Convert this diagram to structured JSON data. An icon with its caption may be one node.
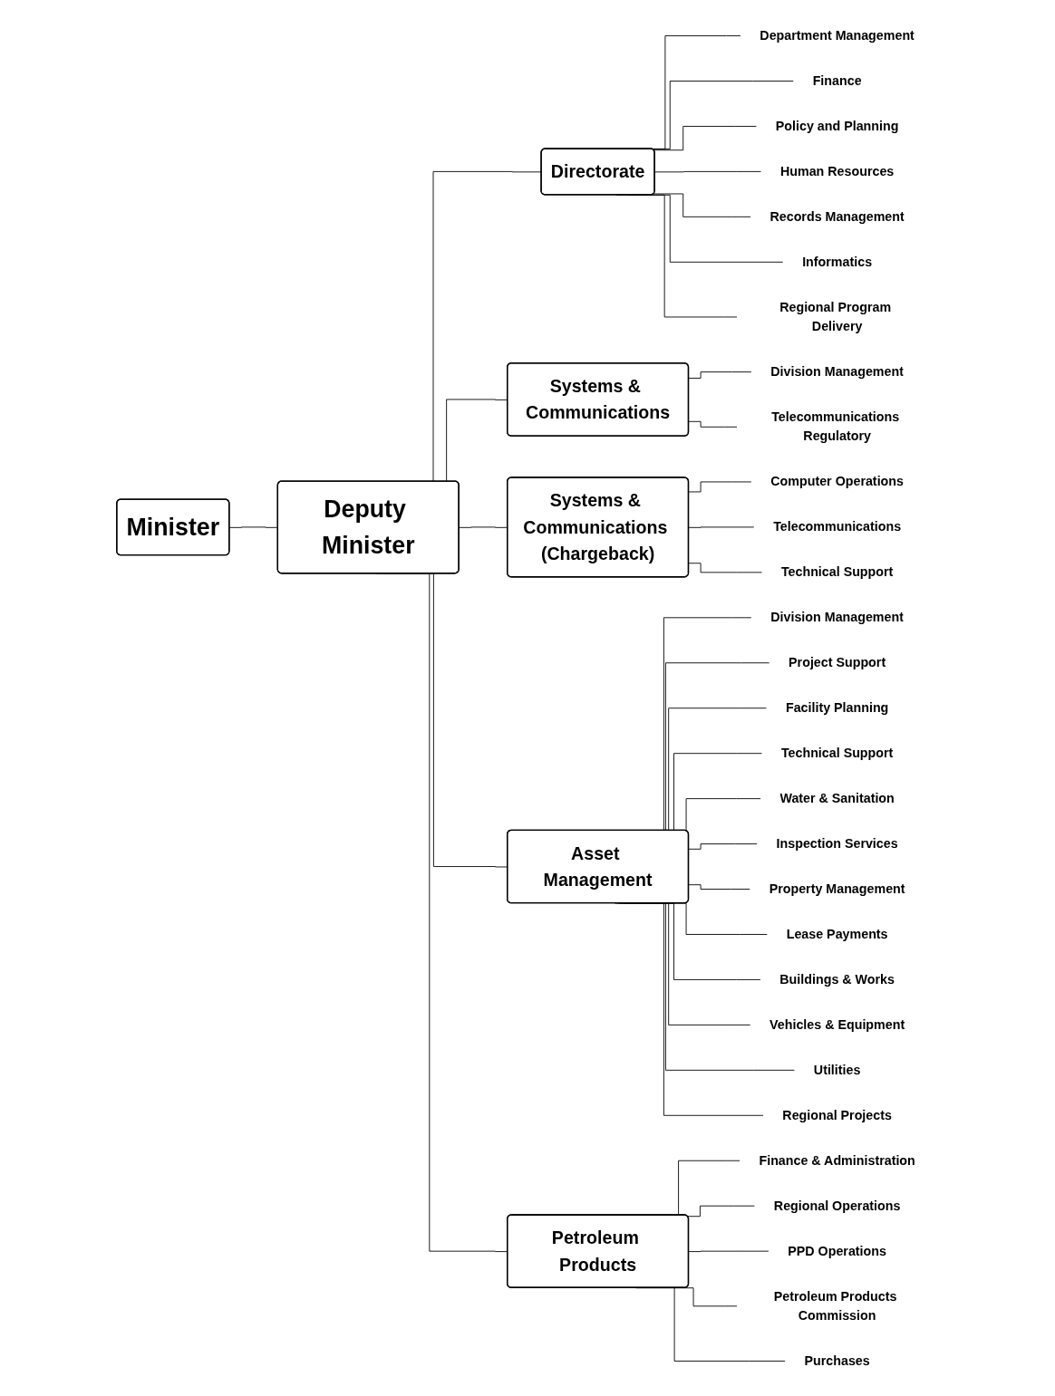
{
  "diagram": {
    "nodes": [
      {
        "text": [
          "Minister"
        ]
      },
      {
        "text": [
          "Deputy Minister"
        ]
      },
      {
        "text": [
          "Directorate"
        ]
      },
      {
        "text": [
          "Systems & Communications"
        ]
      },
      {
        "text": [
          "Department Management"
        ]
      },
      {
        "text": [
          "Finance"
        ]
      },
      {
        "text": [
          "Policy and Planning"
        ]
      },
      {
        "text": [
          "Human Resources"
        ]
      },
      {
        "text": [
          "Records Management"
        ]
      },
      {
        "text": [
          "Informatics"
        ]
      },
      {
        "text": [
          "Regional Program Delivery"
        ]
      },
      {
        "text": [
          "Division Management"
        ]
      },
      {
        "text": [
          "Telecommunications Regulatory"
        ]
      },
      {
        "text": [
          "Systems & Communications (Chargeback)"
        ]
      },
      {
        "text": [
          "Computer Operations"
        ]
      },
      {
        "text": [
          "Telecommunications"
        ]
      },
      {
        "text": [
          "Technical Support"
        ]
      },
      {
        "text": [
          "Asset Management"
        ]
      },
      {
        "text": [
          "Division Management"
        ]
      },
      {
        "text": [
          "Project Support"
        ]
      },
      {
        "text": [
          "Facility Planning"
        ]
      },
      {
        "text": [
          "Technical Support"
        ]
      },
      {
        "text": [
          "Water & Sanitation"
        ]
      },
      {
        "text": [
          "Inspection Services"
        ]
      },
      {
        "text": [
          "Property Management"
        ]
      },
      {
        "text": [
          "Lease Payments"
        ]
      },
      {
        "text": [
          "Buildings & Works"
        ]
      },
      {
        "text": [
          "Vehicles & Equipment"
        ]
      },
      {
        "text": [
          "Utilities"
        ]
      },
      {
        "text": [
          "Regional Projects"
        ]
      },
      {
        "text": [
          "Petroleum Products"
        ]
      },
      {
        "text": [
          "Finance & Administration"
        ]
      },
      {
        "text": [
          "Regional Operations"
        ]
      },
      {
        "text": [
          "PPD Operations"
        ]
      },
      {
        "text": [
          "Petroleum Products Commission"
        ]
      },
      {
        "text": [
          "Purchases"
        ]
      }
    ],
    "edges": [
      {
        "from": 0,
        "to": 1,
        "arrow": "none"
      },
      {
        "from": 1,
        "to": 2,
        "arrow": "none"
      },
      {
        "from": 1,
        "to": 3,
        "arrow": "none"
      },
      {
        "from": 1,
        "to": 13,
        "arrow": "none"
      },
      {
        "from": 1,
        "to": 17,
        "arrow": "none"
      },
      {
        "from": 1,
        "to": 30,
        "arrow": "none"
      },
      {
        "from": 2,
        "to": 4,
        "arrow": "none"
      },
      {
        "from": 2,
        "to": 5,
        "arrow": "none"
      },
      {
        "from": 2,
        "to": 6,
        "arrow": "none"
      },
      {
        "from": 2,
        "to": 7,
        "arrow": "none"
      },
      {
        "from": 2,
        "to": 8,
        "arrow": "none"
      },
      {
        "from": 2,
        "to": 9,
        "arrow": "none"
      },
      {
        "from": 2,
        "to": 10,
        "arrow": "none"
      },
      {
        "from": 3,
        "to": 11,
        "arrow": "none"
      },
      {
        "from": 3,
        "to": 12,
        "arrow": "none"
      },
      {
        "from": 13,
        "to": 14,
        "arrow": "none"
      },
      {
        "from": 13,
        "to": 15,
        "arrow": "none"
      },
      {
        "from": 13,
        "to": 16,
        "arrow": "none"
      },
      {
        "from": 17,
        "to": 18,
        "arrow": "none"
      },
      {
        "from": 17,
        "to": 19,
        "arrow": "none"
      },
      {
        "from": 17,
        "to": 20,
        "arrow": "none"
      },
      {
        "from": 17,
        "to": 21,
        "arrow": "none"
      },
      {
        "from": 17,
        "to": 22,
        "arrow": "none"
      },
      {
        "from": 17,
        "to": 23,
        "arrow": "none"
      },
      {
        "from": 17,
        "to": 24,
        "arrow": "none"
      },
      {
        "from": 17,
        "to": 25,
        "arrow": "none"
      },
      {
        "from": 17,
        "to": 26,
        "arrow": "none"
      },
      {
        "from": 17,
        "to": 27,
        "arrow": "none"
      },
      {
        "from": 17,
        "to": 28,
        "arrow": "none"
      },
      {
        "from": 17,
        "to": 29,
        "arrow": "none"
      },
      {
        "from": 30,
        "to": 31,
        "arrow": "none"
      },
      {
        "from": 30,
        "to": 32,
        "arrow": "none"
      },
      {
        "from": 30,
        "to": 33,
        "arrow": "none"
      },
      {
        "from": 30,
        "to": 34,
        "arrow": "none"
      },
      {
        "from": 30,
        "to": 35,
        "arrow": "none"
      }
    ]
  }
}
